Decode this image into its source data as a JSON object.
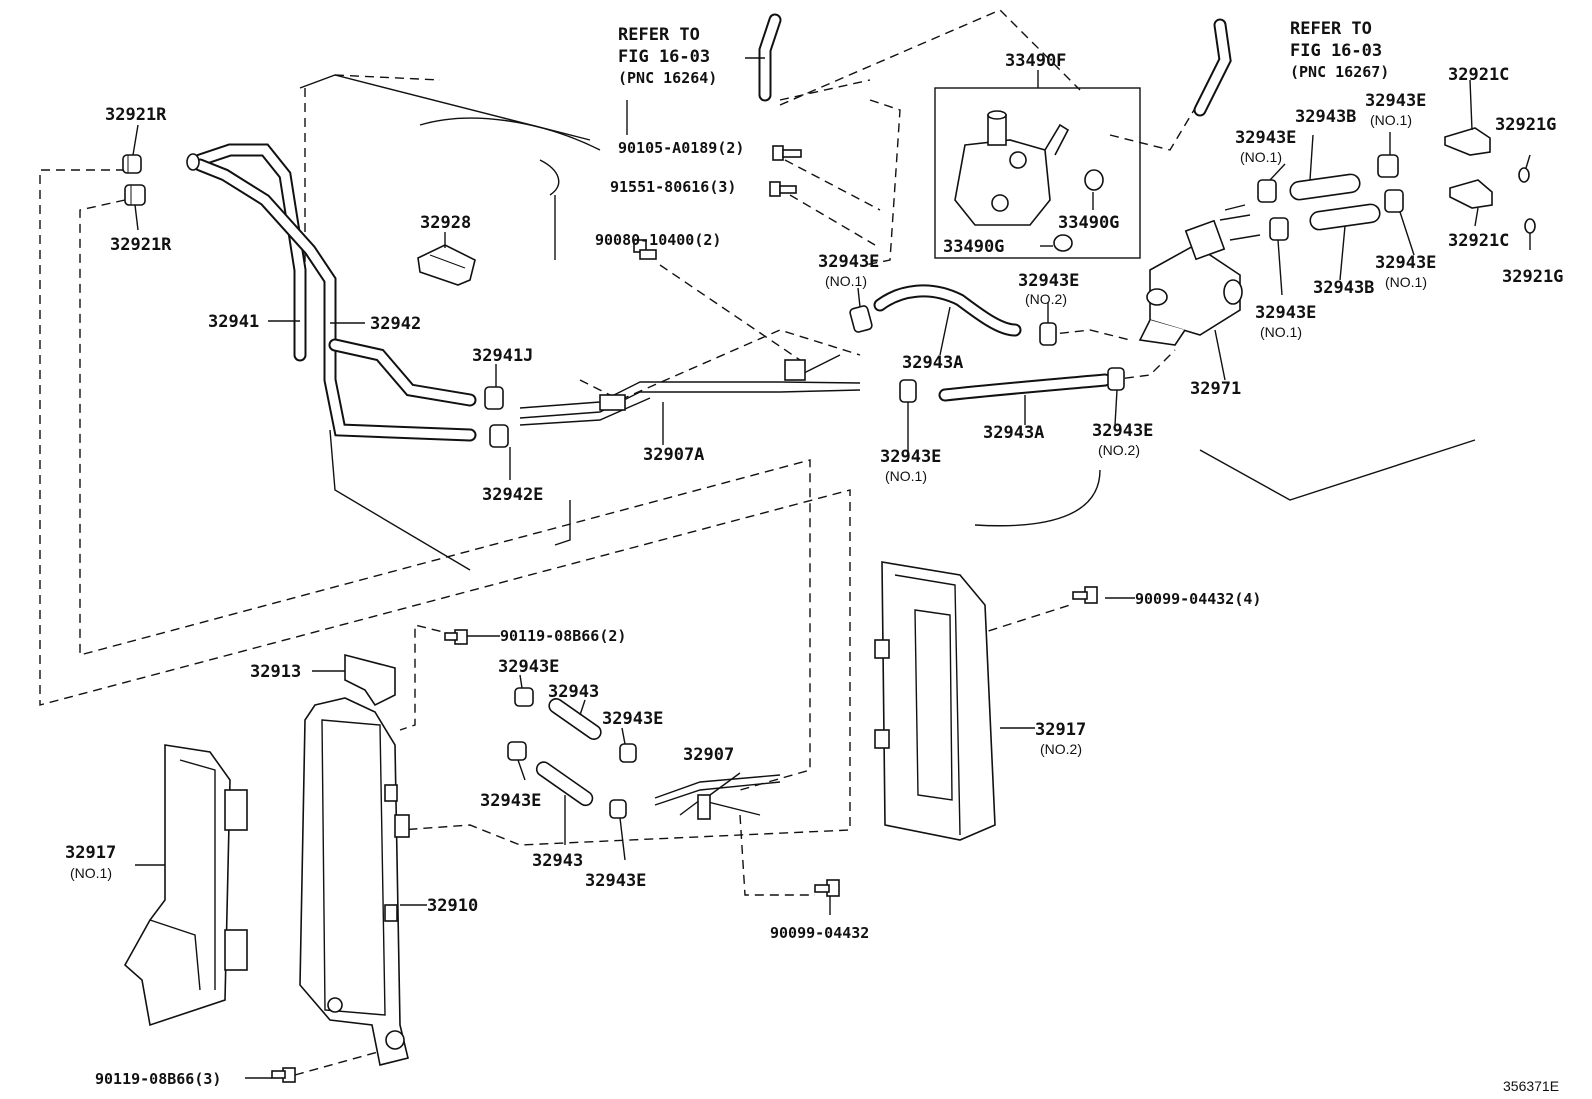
{
  "diagram_id": "356371E",
  "notes": {
    "refer_left": {
      "l1": "REFER TO",
      "l2": "FIG 16-03",
      "l3": "(PNC 16264)"
    },
    "refer_right": {
      "l1": "REFER TO",
      "l2": "FIG 16-03",
      "l3": "(PNC 16267)"
    }
  },
  "labels": {
    "p32921R_a": "32921R",
    "p32921R_b": "32921R",
    "p32928": "32928",
    "p32941": "32941",
    "p32942": "32942",
    "p32941J": "32941J",
    "p32942E": "32942E",
    "p32907A": "32907A",
    "b90105": "90105-A0189(2)",
    "b91551": "91551-80616(3)",
    "b90080": "90080-10400(2)",
    "p33490F": "33490F",
    "p33490G_a": "33490G",
    "p33490G_b": "33490G",
    "p32943E_no1_a": "32943E",
    "p32943E_no1_a_sub": "(NO.1)",
    "p32943A_a": "32943A",
    "p32943E_no2_a": "32943E",
    "p32943E_no2_a_sub": "(NO.2)",
    "p32943A_b": "32943A",
    "p32943E_no1_b": "32943E",
    "p32943E_no1_b_sub": "(NO.1)",
    "p32943E_no2_b": "32943E",
    "p32943E_no2_b_sub": "(NO.2)",
    "p32971": "32971",
    "p32943E_r1": "32943E",
    "p32943E_r1_sub": "(NO.1)",
    "p32943B_a": "32943B",
    "p32943E_r2": "32943E",
    "p32943E_r2_sub": "(NO.1)",
    "p32943B_b": "32943B",
    "p32943E_r3": "32943E",
    "p32943E_r3_sub": "(NO.1)",
    "p32943E_r4": "32943E",
    "p32943E_r4_sub": "(NO.1)",
    "p32921C_a": "32921C",
    "p32921C_b": "32921C",
    "p32921G_a": "32921G",
    "p32921G_b": "32921G",
    "b90099_4": "90099-04432(4)",
    "p32917_no2": "32917",
    "p32917_no2_sub": "(NO.2)",
    "b90119_2": "90119-08B66(2)",
    "p32913": "32913",
    "p32943E_c1": "32943E",
    "p32943_a": "32943",
    "p32943E_c2": "32943E",
    "p32943E_c3": "32943E",
    "p32943_b": "32943",
    "p32943E_c4": "32943E",
    "p32907": "32907",
    "b90099_1": "90099-04432",
    "p32917_no1": "32917",
    "p32917_no1_sub": "(NO.1)",
    "p32910": "32910",
    "b90119_3": "90119-08B66(3)"
  }
}
